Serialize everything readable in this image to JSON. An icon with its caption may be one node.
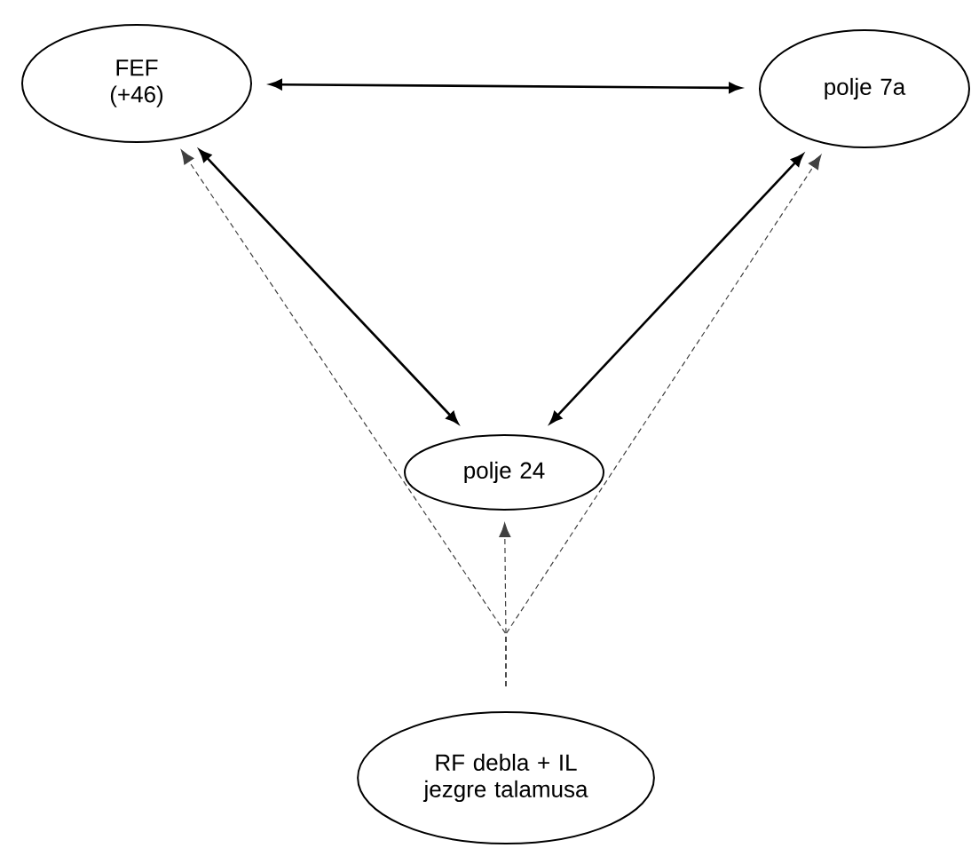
{
  "diagram": {
    "nodes": [
      {
        "text": [
          "FEF (+46)"
        ]
      },
      {
        "text": [
          "polje 7a"
        ]
      },
      {
        "text": [
          "polje 24"
        ]
      },
      {
        "text": [
          "RF debla + IL jezgre talamusa"
        ]
      }
    ],
    "edges": [
      {
        "from": 0,
        "to": 1,
        "arrow": "both"
      },
      {
        "from": 0,
        "to": 2,
        "arrow": "both"
      },
      {
        "from": 1,
        "to": 2,
        "arrow": "both"
      },
      {
        "from": 3,
        "to": 0,
        "arrow": "to",
        "style": "dashed"
      },
      {
        "from": 3,
        "to": 1,
        "arrow": "to",
        "style": "dashed"
      },
      {
        "from": 3,
        "to": 2,
        "arrow": "to",
        "style": "dashed"
      }
    ]
  }
}
